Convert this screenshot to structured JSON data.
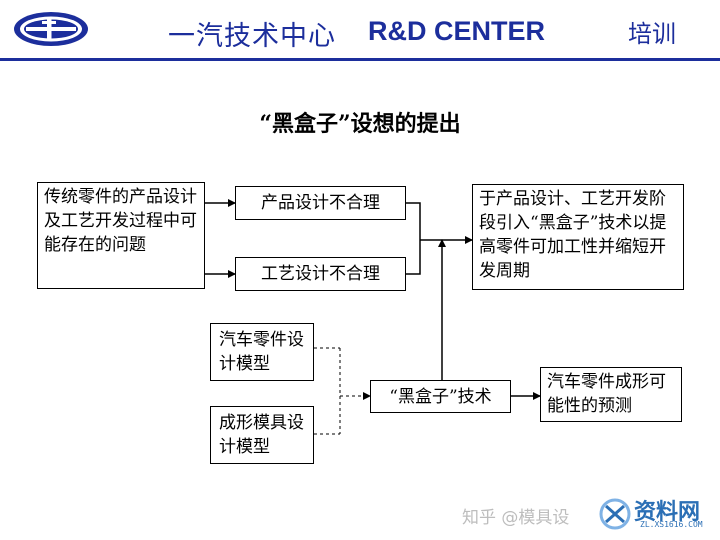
{
  "header": {
    "title": "一汽技术中心",
    "center": "R&D CENTER",
    "tag": "培训",
    "accent_color": "#1c2e9c"
  },
  "page_title": "“黑盒子”设想的提出",
  "diagram": {
    "problem_box": "传统零件的产品设计及工艺开发过程中可能存在的问题",
    "product_design_box": "产品设计不合理",
    "process_design_box": "工艺设计不合理",
    "result_box": "于产品设计、工艺开发阶段引入“黑盒子”技术以提高零件可加工性并缩短开发周期",
    "auto_part_model_box": "汽车零件设计模型",
    "mold_model_box": "成形模具设计模型",
    "black_box_tech_box": "“黑盒子”技术",
    "formability_box": "汽车零件成形可能性的预测"
  },
  "watermark": {
    "text": "知乎 @模具设",
    "brand": "资料网",
    "site": "ZL.XS1616.COM"
  }
}
